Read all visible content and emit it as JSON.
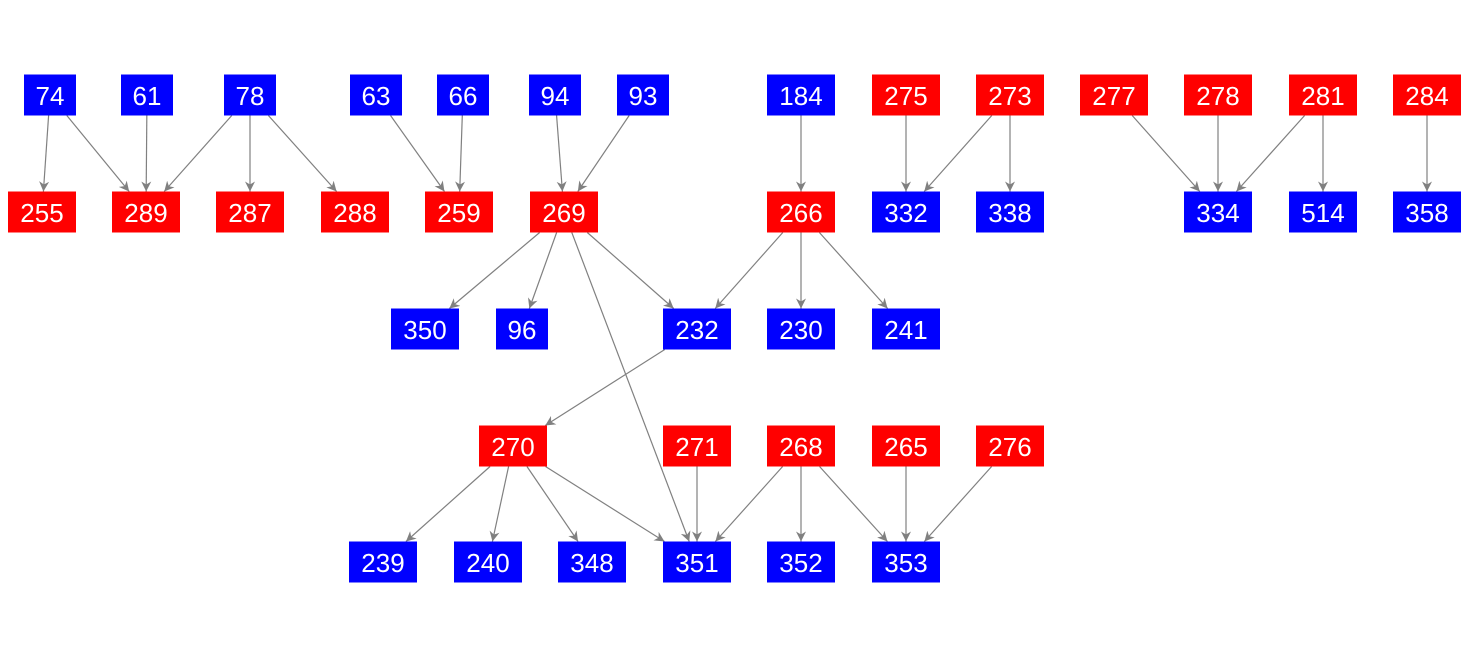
{
  "colors": {
    "blue": "#0000ff",
    "red": "#ff0000",
    "edge": "#808080"
  },
  "nodes": [
    {
      "id": "74",
      "color": "blue",
      "row": 0,
      "col": 50
    },
    {
      "id": "61",
      "color": "blue",
      "row": 0,
      "col": 147
    },
    {
      "id": "78",
      "color": "blue",
      "row": 0,
      "col": 250
    },
    {
      "id": "63",
      "color": "blue",
      "row": 0,
      "col": 376
    },
    {
      "id": "66",
      "color": "blue",
      "row": 0,
      "col": 463
    },
    {
      "id": "94",
      "color": "blue",
      "row": 0,
      "col": 555
    },
    {
      "id": "93",
      "color": "blue",
      "row": 0,
      "col": 643
    },
    {
      "id": "184",
      "color": "blue",
      "row": 0,
      "col": 801
    },
    {
      "id": "275",
      "color": "red",
      "row": 0,
      "col": 906
    },
    {
      "id": "273",
      "color": "red",
      "row": 0,
      "col": 1010
    },
    {
      "id": "277",
      "color": "red",
      "row": 0,
      "col": 1114
    },
    {
      "id": "278",
      "color": "red",
      "row": 0,
      "col": 1218
    },
    {
      "id": "281",
      "color": "red",
      "row": 0,
      "col": 1323
    },
    {
      "id": "284",
      "color": "red",
      "row": 0,
      "col": 1427
    },
    {
      "id": "255",
      "color": "red",
      "row": 1,
      "col": 42
    },
    {
      "id": "289",
      "color": "red",
      "row": 1,
      "col": 146
    },
    {
      "id": "287",
      "color": "red",
      "row": 1,
      "col": 250
    },
    {
      "id": "288",
      "color": "red",
      "row": 1,
      "col": 355
    },
    {
      "id": "259",
      "color": "red",
      "row": 1,
      "col": 459
    },
    {
      "id": "269",
      "color": "red",
      "row": 1,
      "col": 564
    },
    {
      "id": "266",
      "color": "red",
      "row": 1,
      "col": 801
    },
    {
      "id": "332",
      "color": "blue",
      "row": 1,
      "col": 906
    },
    {
      "id": "338",
      "color": "blue",
      "row": 1,
      "col": 1010
    },
    {
      "id": "334",
      "color": "blue",
      "row": 1,
      "col": 1218
    },
    {
      "id": "514",
      "color": "blue",
      "row": 1,
      "col": 1323
    },
    {
      "id": "358",
      "color": "blue",
      "row": 1,
      "col": 1427
    },
    {
      "id": "350",
      "color": "blue",
      "row": 2,
      "col": 425
    },
    {
      "id": "96",
      "color": "blue",
      "row": 2,
      "col": 522
    },
    {
      "id": "232",
      "color": "blue",
      "row": 2,
      "col": 697
    },
    {
      "id": "230",
      "color": "blue",
      "row": 2,
      "col": 801
    },
    {
      "id": "241",
      "color": "blue",
      "row": 2,
      "col": 906
    },
    {
      "id": "270",
      "color": "red",
      "row": 3,
      "col": 513
    },
    {
      "id": "271",
      "color": "red",
      "row": 3,
      "col": 697
    },
    {
      "id": "268",
      "color": "red",
      "row": 3,
      "col": 801
    },
    {
      "id": "265",
      "color": "red",
      "row": 3,
      "col": 906
    },
    {
      "id": "276",
      "color": "red",
      "row": 3,
      "col": 1010
    },
    {
      "id": "239",
      "color": "blue",
      "row": 4,
      "col": 383
    },
    {
      "id": "240",
      "color": "blue",
      "row": 4,
      "col": 488
    },
    {
      "id": "348",
      "color": "blue",
      "row": 4,
      "col": 592
    },
    {
      "id": "351",
      "color": "blue",
      "row": 4,
      "col": 697
    },
    {
      "id": "352",
      "color": "blue",
      "row": 4,
      "col": 801
    },
    {
      "id": "353",
      "color": "blue",
      "row": 4,
      "col": 906
    }
  ],
  "edges": [
    [
      "74",
      "255"
    ],
    [
      "74",
      "289"
    ],
    [
      "61",
      "289"
    ],
    [
      "78",
      "289"
    ],
    [
      "78",
      "287"
    ],
    [
      "78",
      "288"
    ],
    [
      "63",
      "259"
    ],
    [
      "66",
      "259"
    ],
    [
      "94",
      "269"
    ],
    [
      "93",
      "269"
    ],
    [
      "184",
      "266"
    ],
    [
      "275",
      "332"
    ],
    [
      "273",
      "332"
    ],
    [
      "273",
      "338"
    ],
    [
      "277",
      "334"
    ],
    [
      "278",
      "334"
    ],
    [
      "281",
      "334"
    ],
    [
      "281",
      "514"
    ],
    [
      "284",
      "358"
    ],
    [
      "269",
      "350"
    ],
    [
      "269",
      "96"
    ],
    [
      "269",
      "232"
    ],
    [
      "269",
      "351"
    ],
    [
      "266",
      "232"
    ],
    [
      "266",
      "230"
    ],
    [
      "266",
      "241"
    ],
    [
      "232",
      "270"
    ],
    [
      "270",
      "239"
    ],
    [
      "270",
      "240"
    ],
    [
      "270",
      "348"
    ],
    [
      "270",
      "351"
    ],
    [
      "271",
      "351"
    ],
    [
      "268",
      "351"
    ],
    [
      "268",
      "352"
    ],
    [
      "268",
      "353"
    ],
    [
      "265",
      "353"
    ],
    [
      "276",
      "353"
    ]
  ]
}
